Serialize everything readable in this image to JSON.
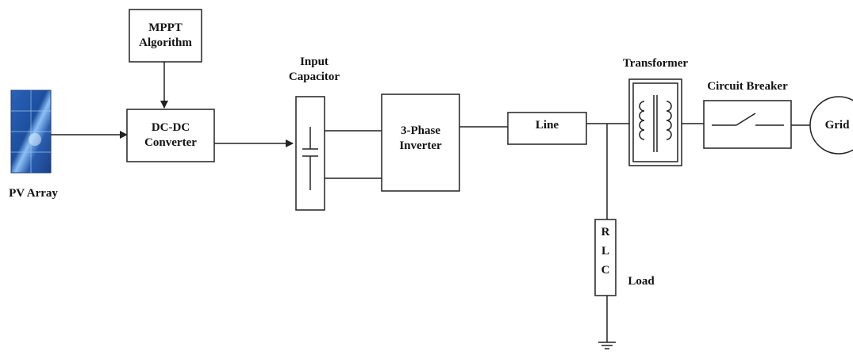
{
  "blocks": {
    "mppt": {
      "line1": "MPPT",
      "line2": "Algorithm"
    },
    "dcdc": {
      "line1": "DC-DC",
      "line2": "Converter"
    },
    "input_capacitor": {
      "line1": "Input",
      "line2": "Capacitor"
    },
    "inverter": {
      "line1": "3-Phase",
      "line2": "Inverter"
    },
    "line": "Line",
    "transformer": "Transformer",
    "circuit_breaker": "Circuit Breaker",
    "grid": "Grid",
    "rlc": {
      "r": "R",
      "l": "L",
      "c": "C"
    },
    "load": "Load",
    "pv_array": "PV Array"
  },
  "colors": {
    "stroke": "#222222",
    "pv_panel_dark": "#1d4f9e",
    "pv_panel_light": "#7fb2ee"
  }
}
